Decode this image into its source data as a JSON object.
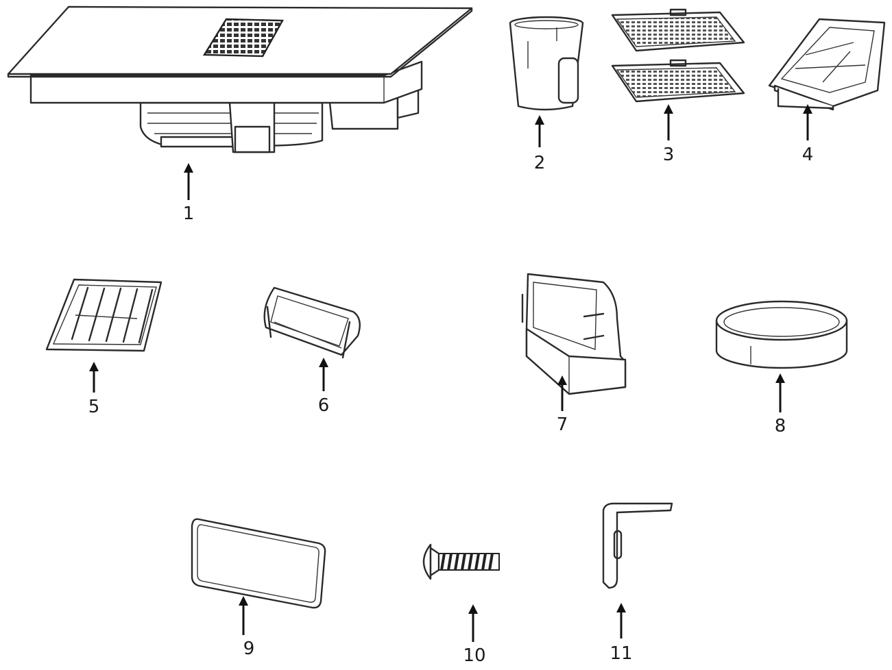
{
  "diagram": {
    "parts": [
      {
        "id": "part-1",
        "label": "1"
      },
      {
        "id": "part-2",
        "label": "2"
      },
      {
        "id": "part-3",
        "label": "3"
      },
      {
        "id": "part-4",
        "label": "4"
      },
      {
        "id": "part-5",
        "label": "5"
      },
      {
        "id": "part-6",
        "label": "6"
      },
      {
        "id": "part-7",
        "label": "7"
      },
      {
        "id": "part-8",
        "label": "8"
      },
      {
        "id": "part-9",
        "label": "9"
      },
      {
        "id": "part-10",
        "label": "10"
      },
      {
        "id": "part-11",
        "label": "11"
      }
    ],
    "colors": {
      "line": "#2a2a2a",
      "background": "#ffffff",
      "fill_dark": "#3a3a3a"
    }
  }
}
